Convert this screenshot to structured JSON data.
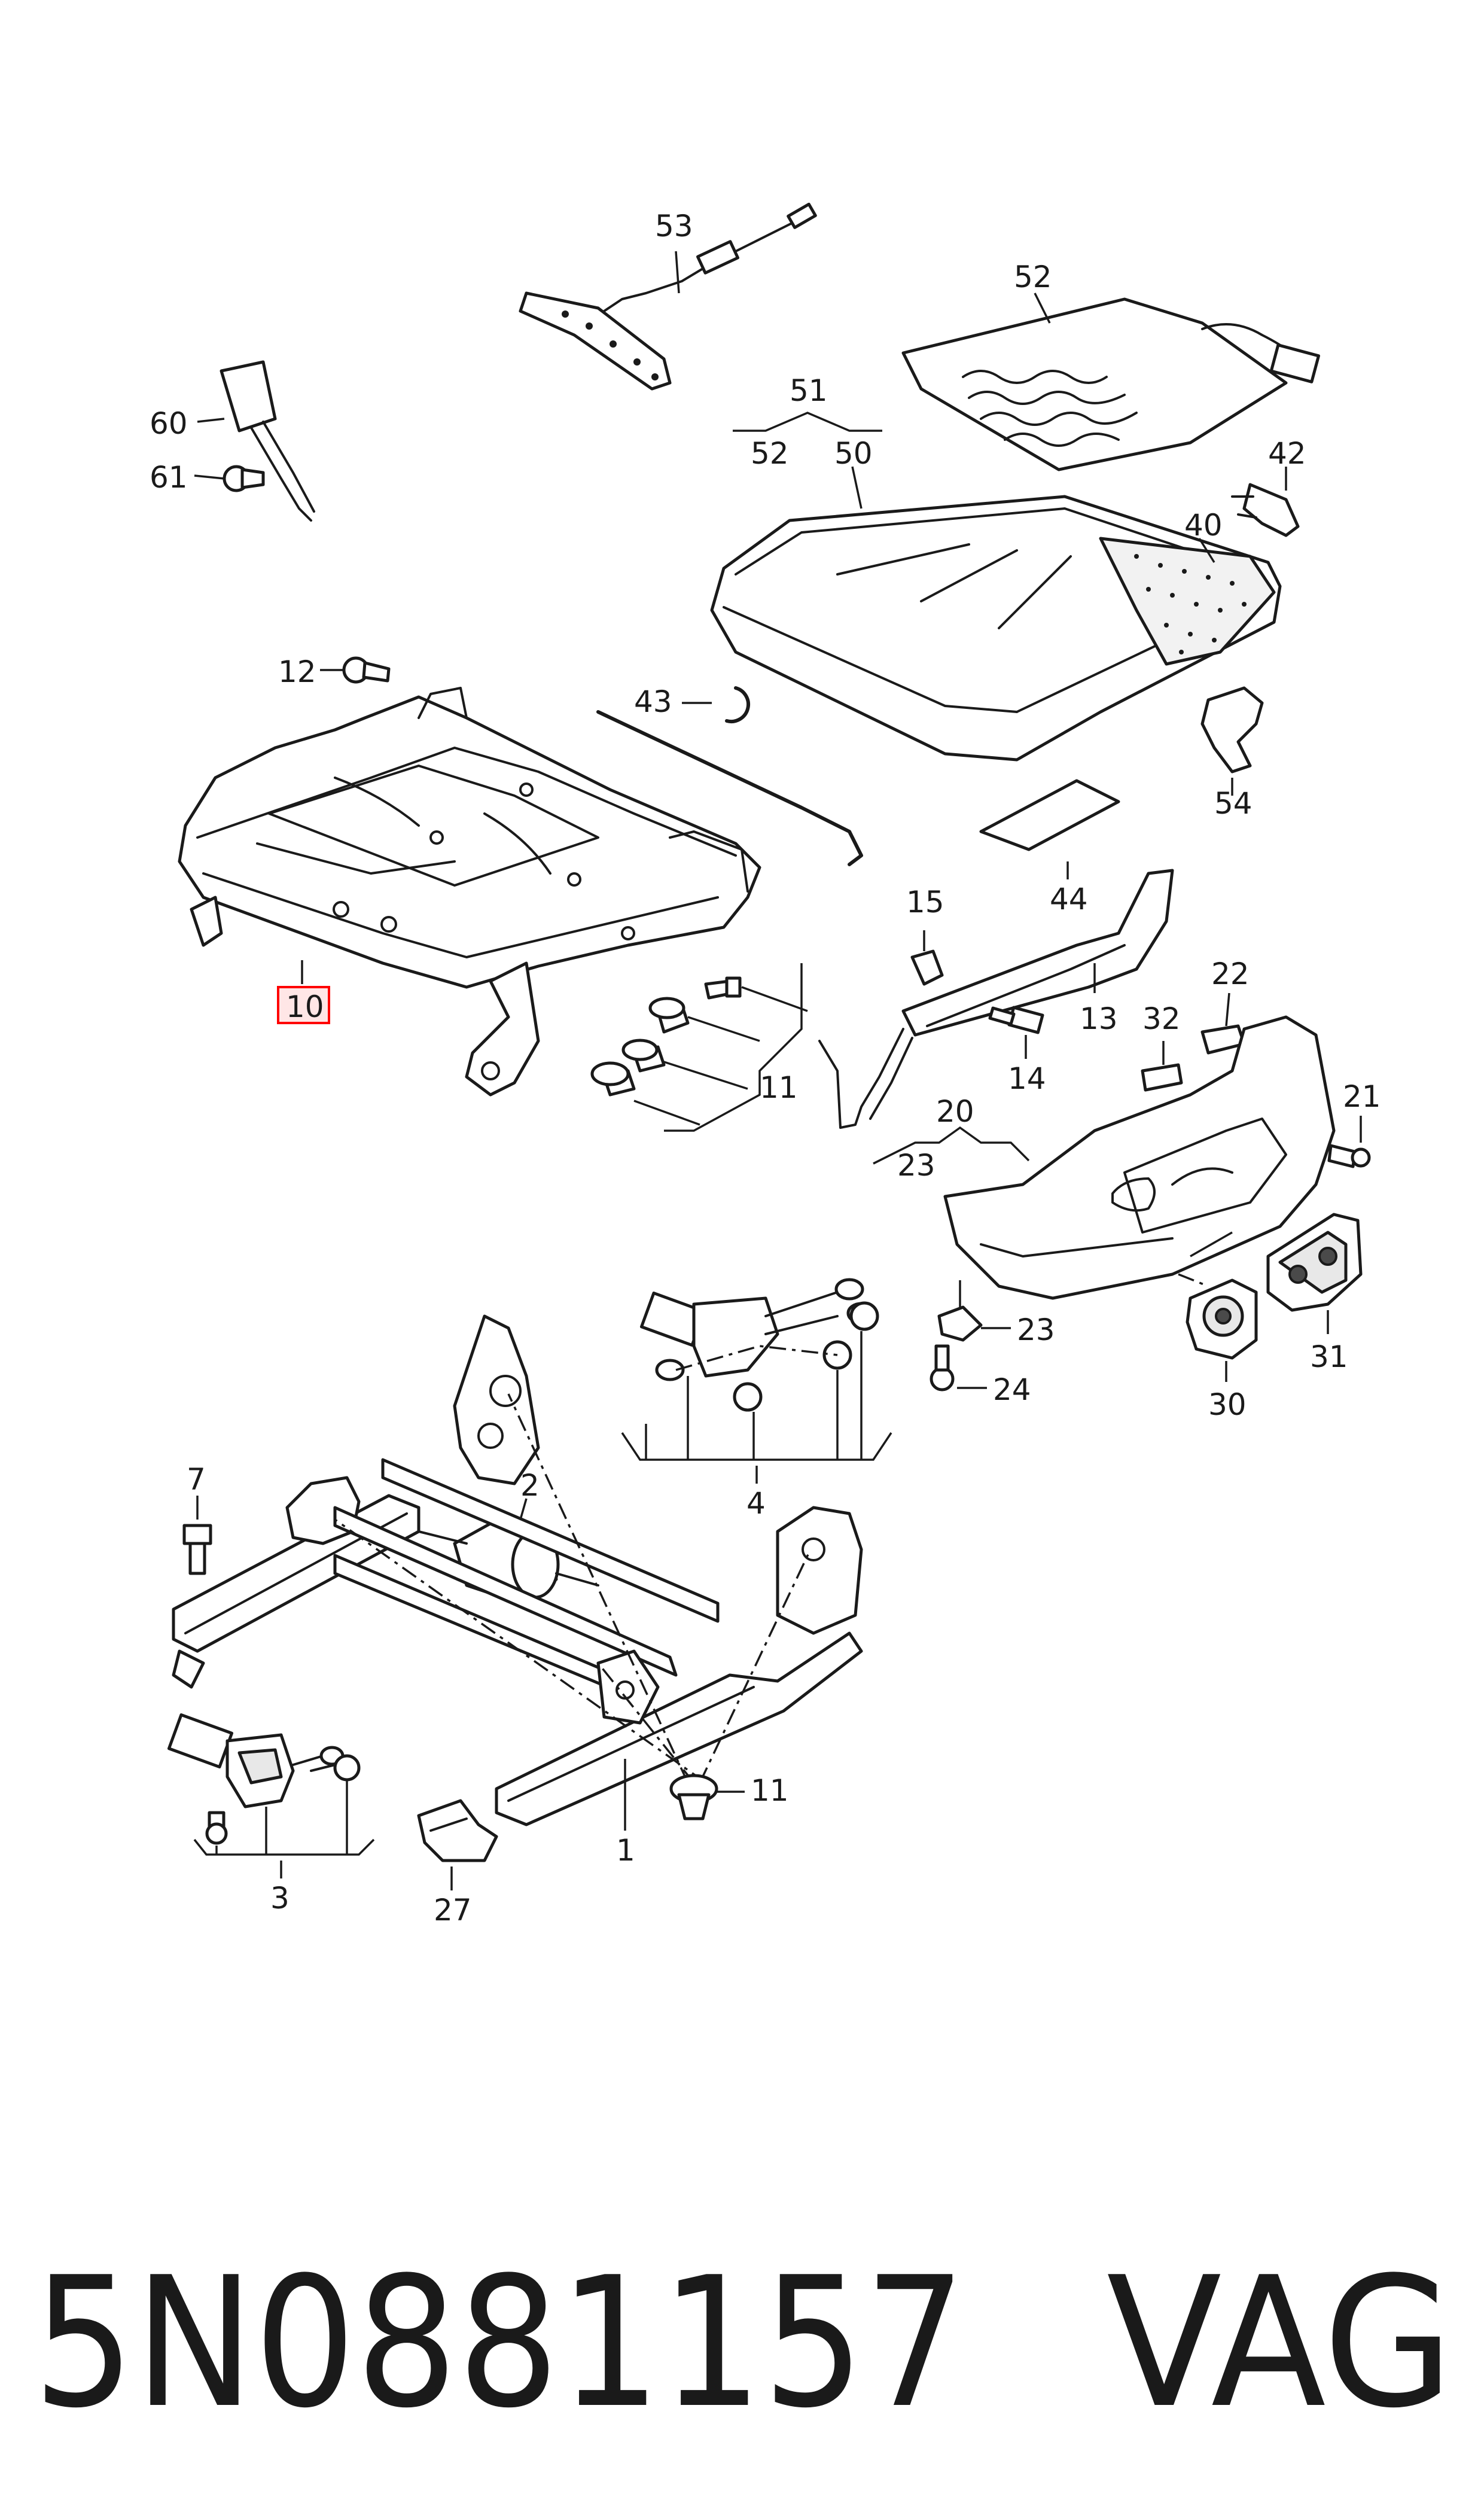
{
  "callouts": {
    "c53": "53",
    "c52a": "52",
    "c60": "60",
    "c61": "61",
    "c51": "51",
    "c52b": "52",
    "c50": "50",
    "c42": "42",
    "c40": "40",
    "c12": "12",
    "c43": "43",
    "c54": "54",
    "c10": "10",
    "c44": "44",
    "c15": "15",
    "c13": "13",
    "c22": "22",
    "c32": "32",
    "c14": "14",
    "c11a": "11",
    "c20": "20",
    "c23a": "23",
    "c21": "21",
    "c23b": "23",
    "c24": "24",
    "c30": "30",
    "c31": "31",
    "c4": "4",
    "c7": "7",
    "c2": "2",
    "c11b": "11",
    "c1": "1",
    "c3": "3",
    "c27": "27"
  },
  "footer": {
    "part_number": "5N0881157",
    "brand": "VAG"
  },
  "colors": {
    "ink": "#1a1a1a",
    "highlight_box": "#ff0000",
    "highlight_fill": "#ffe6e6"
  }
}
